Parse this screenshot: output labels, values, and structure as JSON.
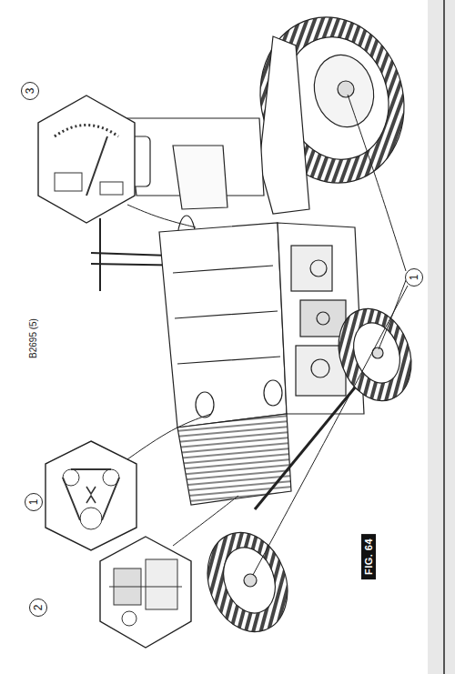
{
  "diagram": {
    "nodes": [
      {
        "text": [
          "3"
        ]
      },
      {
        "text": [
          "1"
        ]
      },
      {
        "text": [
          "2"
        ]
      },
      {
        "text": [
          "1"
        ]
      },
      {
        "text": [
          "FIG. 64"
        ]
      }
    ],
    "labels": [
      "B2695 (5)"
    ]
  }
}
